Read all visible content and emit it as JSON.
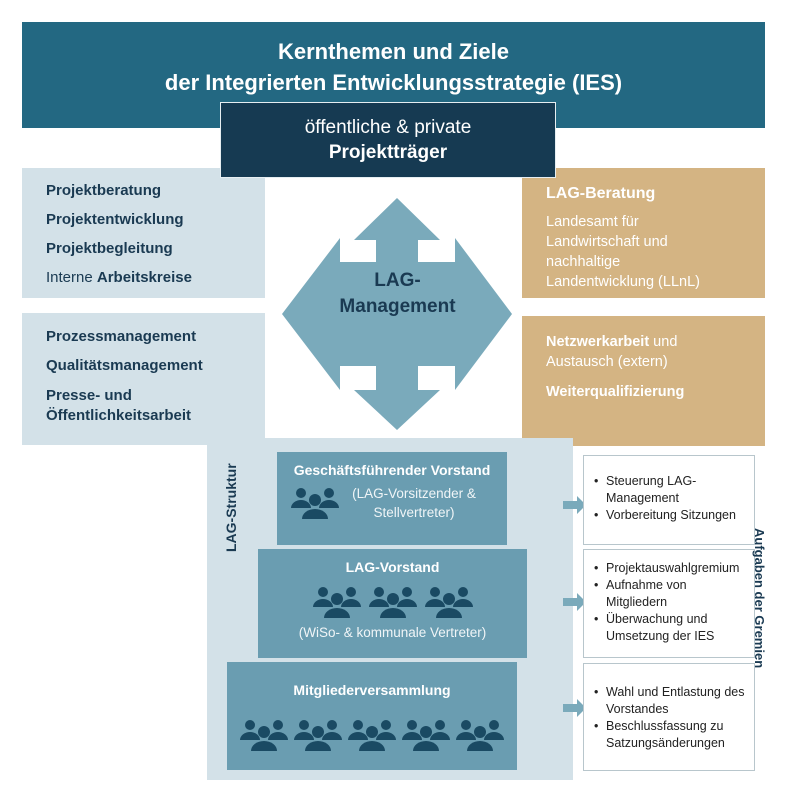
{
  "header": {
    "line1": "Kernthemen und Ziele",
    "line2": "der Integrierten Entwicklungsstrategie (IES)"
  },
  "traeger": {
    "line1": "öffentliche & private",
    "line2": "Projektträger"
  },
  "left_top": {
    "items": [
      "Projektberatung",
      "Projektentwicklung",
      "Projektbegleitung"
    ],
    "last_prefix": "Interne ",
    "last_bold": "Arbeitskreise"
  },
  "left_bottom": {
    "items": [
      "Prozessmanagement",
      "Qualitätsmanagement",
      "Presse- und Öffentlichkeitsarbeit"
    ]
  },
  "right_top": {
    "title": "LAG-Beratung",
    "text": "Landesamt für Landwirtschaft und nachhaltige Landentwicklung (LLnL)"
  },
  "right_bottom": {
    "bold1": "Netzwerkarbeit",
    "rest1": " und Austausch (extern)",
    "bold2": "Weiterqualifizierung"
  },
  "center": {
    "label": "LAG-\nManagement"
  },
  "struktur": {
    "label": "LAG-Struktur",
    "aufgaben_label": "Aufgaben der Gremien",
    "tiers": [
      {
        "title": "Geschäftsführender Vorstand",
        "sub": "(LAG-Vorsitzender & Stellvertreter)",
        "groups": 1,
        "tasks": [
          "Steuerung LAG-Management",
          "Vorbereitung Sitzungen"
        ]
      },
      {
        "title": "LAG-Vorstand",
        "sub": "(WiSo- & kommunale Vertreter)",
        "groups": 3,
        "tasks": [
          "Projektauswahlgremium",
          "Aufnahme von Mitgliedern",
          "Überwachung und Umsetzung der IES"
        ]
      },
      {
        "title": "Mitgliederversammlung",
        "sub": "",
        "groups": 5,
        "tasks": [
          "Wahl und Entlastung des Vorstandes",
          "Beschlussfassung zu Satzungsänderungen"
        ]
      }
    ]
  },
  "colors": {
    "header": "#236882",
    "dark": "#163a52",
    "light": "#d3e1e8",
    "gold": "#d4b483",
    "tier": "#6a9db1",
    "arrow": "#7aaabb",
    "people": "#1a4a63"
  }
}
